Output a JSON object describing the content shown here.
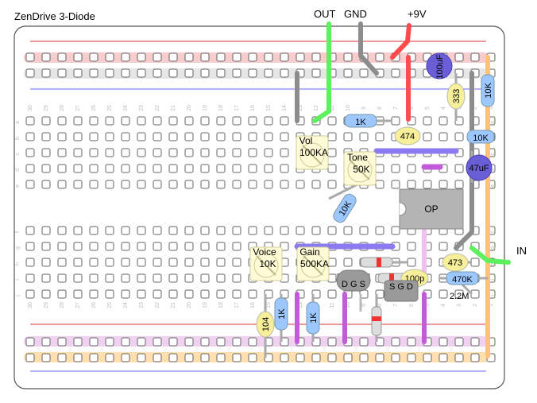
{
  "title": "ZenDrive 3-Diode",
  "terminals": {
    "out": "OUT",
    "gnd": "GND",
    "vplus": "+9V",
    "in": "IN"
  },
  "column_numbers": [
    "30",
    "29",
    "28",
    "27",
    "26",
    "25",
    "24",
    "23",
    "22",
    "21",
    "20",
    "19",
    "18",
    "17",
    "16",
    "15",
    "14",
    "13",
    "12",
    "11",
    "10",
    "9",
    "8",
    "7",
    "6",
    "5",
    "4",
    "3",
    "2",
    "1"
  ],
  "row_letters_top": [
    "a",
    "b",
    "c",
    "d",
    "e"
  ],
  "row_letters_bottom": [
    "f",
    "g",
    "h",
    "i",
    "j"
  ],
  "components": {
    "r_1k_top": "1K",
    "cap_474": "474",
    "cap_333": "333",
    "r_10k_vert": "10K",
    "r_10k_small": "10K",
    "cap_100uf": "100uF",
    "cap_47uf": "47uF",
    "pot_vol_name": "Vol",
    "pot_vol_value": "100KA",
    "pot_tone_name": "Tone",
    "pot_tone_value": "50K",
    "r_10k_diag": "10K",
    "opamp": "OP",
    "pot_voice_name": "Voice",
    "pot_voice_value": "10K",
    "pot_gain_name": "Gain",
    "pot_gain_value": "500KA",
    "jfet_left": "D G S",
    "jfet_right": "S G D",
    "cap_100p": "100p",
    "cap_473": "473",
    "r_470k": "470K",
    "r_2m2": "2.2M",
    "cap_104": "104",
    "r_1k_a": "1K",
    "r_1k_b": "1K"
  },
  "colors": {
    "wire_out": "#5ef05e",
    "wire_vplus": "#ff4b4b",
    "wire_gnd": "#8c8c8c",
    "wire_blue": "#8a7cf0",
    "wire_purple": "#c35ad9",
    "wire_orange": "#ffc27a",
    "capacitor": "#f7ef9a",
    "resistor": "#9cc8ff",
    "electrolytic": "#6a5ed6",
    "pot_body": "#fffbd6",
    "opamp_body": "#b4b4b4"
  }
}
